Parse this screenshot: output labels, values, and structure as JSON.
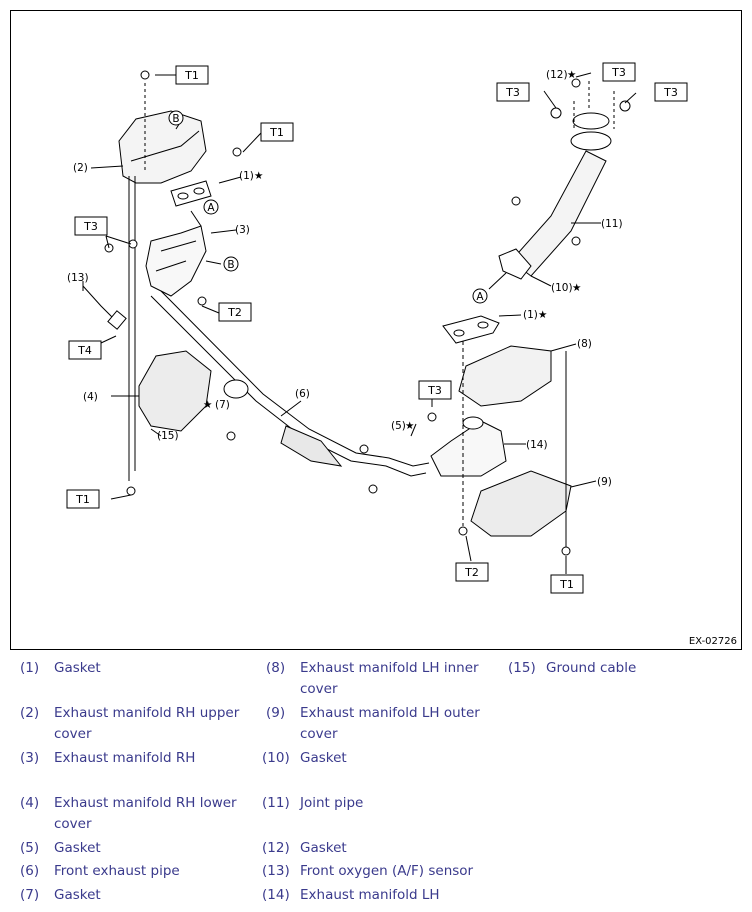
{
  "figure_id": "EX-02726",
  "torque_boxes": {
    "t1": "T1",
    "t2": "T2",
    "t3": "T3",
    "t4": "T4"
  },
  "callouts": {
    "c1": "(1)",
    "c2": "(2)",
    "c3": "(3)",
    "c4": "(4)",
    "c5": "(5)",
    "c6": "(6)",
    "c7": "(7)",
    "c8": "(8)",
    "c9": "(9)",
    "c10": "(10)",
    "c11": "(11)",
    "c12": "(12)",
    "c13": "(13)",
    "c14": "(14)",
    "c15": "(15)",
    "ref_a": "A",
    "ref_b": "B",
    "star": "★"
  },
  "legend": [
    {
      "num": "(1)",
      "text": "Gasket"
    },
    {
      "num": "(2)",
      "text": "Exhaust manifold RH upper cover"
    },
    {
      "num": "(3)",
      "text": "Exhaust manifold RH"
    },
    {
      "num": "(4)",
      "text": "Exhaust manifold RH lower cover"
    },
    {
      "num": "(5)",
      "text": "Gasket"
    },
    {
      "num": "(6)",
      "text": "Front exhaust pipe"
    },
    {
      "num": "(7)",
      "text": "Gasket"
    },
    {
      "num": "(8)",
      "text": "Exhaust manifold LH inner cover"
    },
    {
      "num": "(9)",
      "text": "Exhaust manifold LH outer cover"
    },
    {
      "num": "(10)",
      "text": "Gasket"
    },
    {
      "num": "(11)",
      "text": "Joint pipe"
    },
    {
      "num": "(12)",
      "text": "Gasket"
    },
    {
      "num": "(13)",
      "text": "Front oxygen (A/F) sensor"
    },
    {
      "num": "(14)",
      "text": "Exhaust manifold LH"
    },
    {
      "num": "(15)",
      "text": "Ground cable"
    }
  ]
}
